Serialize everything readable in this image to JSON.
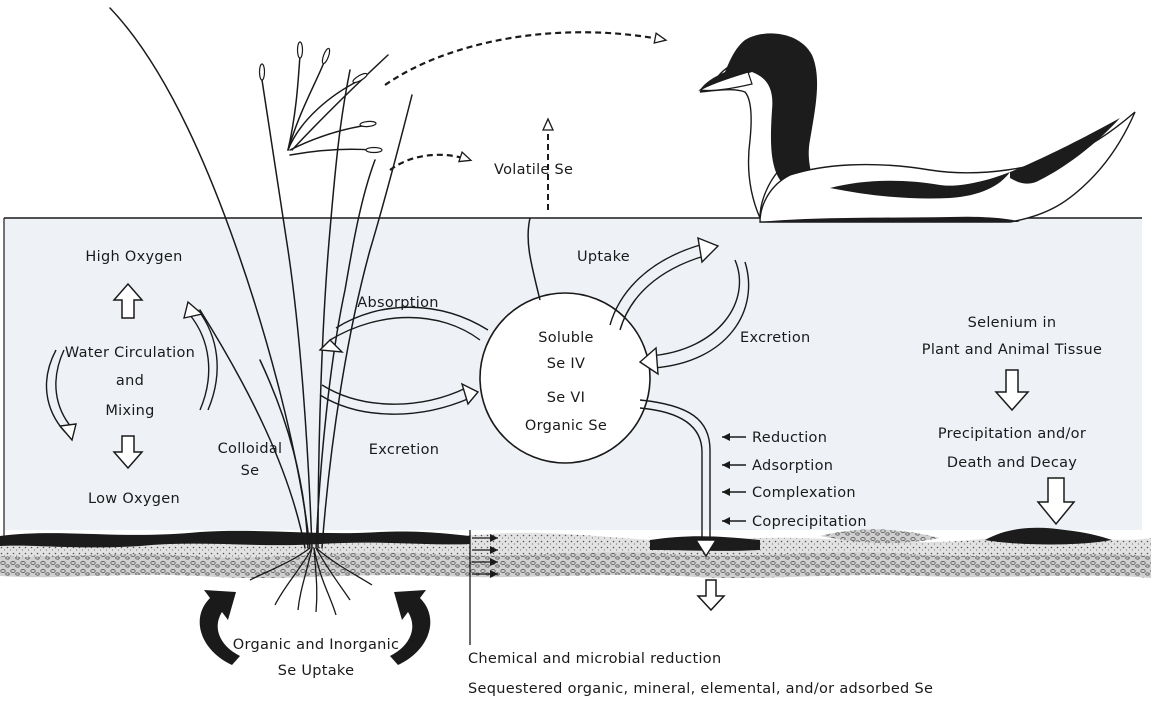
{
  "labels": {
    "high_oxygen": "High Oxygen",
    "water_circulation": "Water Circulation",
    "and": "and",
    "mixing": "Mixing",
    "low_oxygen": "Low Oxygen",
    "colloidal": "Colloidal",
    "se": "Se",
    "absorption": "Absorption",
    "excretion_left": "Excretion",
    "volatile_se": "Volatile Se",
    "uptake": "Uptake",
    "excretion_right": "Excretion",
    "soluble": "Soluble",
    "se_iv": "Se IV",
    "se_vi": "Se VI",
    "organic_se": "Organic Se",
    "reduction": "Reduction",
    "adsorption": "Adsorption",
    "complexation": "Complexation",
    "coprecipitation": "Coprecipitation",
    "selenium_in": "Selenium in",
    "plant_animal_tissue": "Plant and Animal Tissue",
    "precipitation": "Precipitation and/or",
    "death_decay": "Death and Decay",
    "organic_inorganic": "Organic and Inorganic",
    "se_uptake": "Se Uptake",
    "chemical_microbial": "Chemical and microbial reduction",
    "sequestered": "Sequestered organic, mineral, elemental, and/or adsorbed Se"
  },
  "colors": {
    "water": "#eef2f7",
    "ink": "#1a1a1a",
    "sediment_dark": "#1c1c1c",
    "sediment_light": "#dcdcdc"
  }
}
